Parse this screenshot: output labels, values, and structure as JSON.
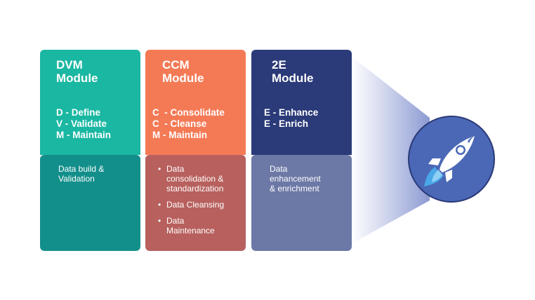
{
  "modules": [
    {
      "id": "dvm",
      "title": "DVM\nModule",
      "codes": [
        "D - Define",
        "V - Validate",
        "M - Maintain"
      ],
      "description": "Data build &\nValidation",
      "colors": {
        "top": "#1ab7a2",
        "bottom": "#138f8b"
      }
    },
    {
      "id": "ccm",
      "title": "CCM\nModule",
      "codes": [
        "C  - Consolidate",
        "C  - Cleanse",
        "M - Maintain"
      ],
      "bullets": [
        "Data\nconsolidation &\nstandardization",
        "Data Cleansing",
        "Data\nMaintenance"
      ],
      "colors": {
        "top": "#f47a56",
        "bottom": "#b7605d"
      }
    },
    {
      "id": "2e",
      "title": "2E\nModule",
      "codes": [
        "E - Enhance",
        "E - Enrich"
      ],
      "description": "Data\nenhancement\n& enrichment",
      "colors": {
        "top": "#2b3a78",
        "bottom": "#6c79a6"
      }
    }
  ],
  "rocket": {
    "icon": "rocket-icon",
    "circle_color": "#4a68b5",
    "beam_color": "#a6b2dc"
  }
}
